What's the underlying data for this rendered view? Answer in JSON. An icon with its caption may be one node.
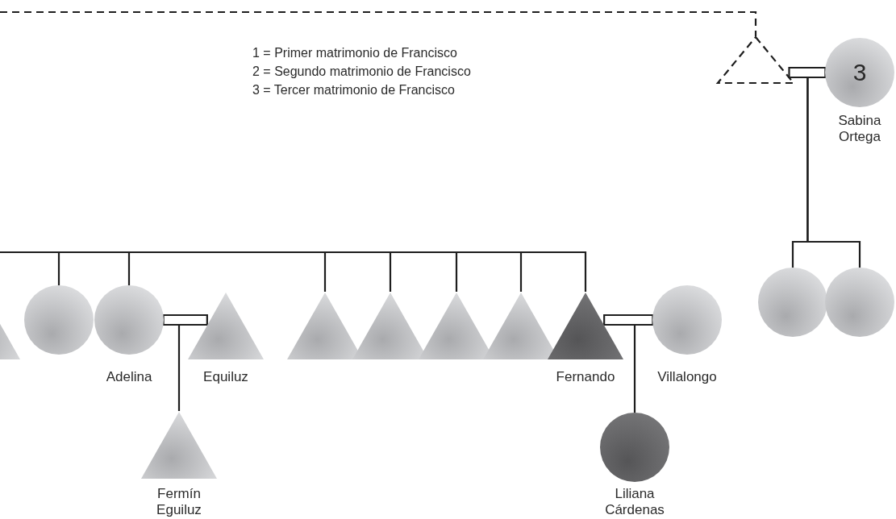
{
  "diagram": {
    "nodes": [
      {
        "text": [],
        "shape": "triangle"
      },
      {
        "text": [
          "3"
        ],
        "beside": [
          "Sabina Ortega"
        ]
      },
      {
        "text": [],
        "shape": "triangle"
      },
      {
        "text": [],
        "shape": "circle"
      },
      {
        "text": [],
        "shape": "circle",
        "beside": [
          "Adelina"
        ]
      },
      {
        "text": [],
        "shape": "triangle",
        "beside": [
          "Equiluz"
        ]
      },
      {
        "text": [],
        "shape": "triangle",
        "beside": [
          "Fermín Eguiluz"
        ]
      },
      {
        "text": [],
        "shape": "triangle"
      },
      {
        "text": [],
        "shape": "triangle"
      },
      {
        "text": [],
        "shape": "triangle"
      },
      {
        "text": [],
        "shape": "triangle"
      },
      {
        "text": [],
        "shape": "triangle",
        "beside": [
          "Fernando"
        ]
      },
      {
        "text": [],
        "shape": "circle",
        "beside": [
          "Villalongo"
        ]
      },
      {
        "text": [],
        "shape": "circle",
        "beside": [
          "Liliana Cárdenas"
        ]
      },
      {
        "text": [],
        "shape": "circle"
      },
      {
        "text": [],
        "shape": "circle"
      }
    ],
    "edges": [
      {
        "from": null,
        "to": 0,
        "arrow": "none",
        "style": "dashed"
      },
      {
        "from": 0,
        "to": 1,
        "arrow": "none"
      },
      {
        "from": 1,
        "to": 14,
        "arrow": "none"
      },
      {
        "from": 1,
        "to": 15,
        "arrow": "none"
      },
      {
        "from": null,
        "to": 3,
        "arrow": "none"
      },
      {
        "from": null,
        "to": 4,
        "arrow": "none"
      },
      {
        "from": null,
        "to": 7,
        "arrow": "none"
      },
      {
        "from": null,
        "to": 8,
        "arrow": "none"
      },
      {
        "from": null,
        "to": 9,
        "arrow": "none"
      },
      {
        "from": null,
        "to": 10,
        "arrow": "none"
      },
      {
        "from": null,
        "to": 11,
        "arrow": "none"
      },
      {
        "from": 4,
        "to": 5,
        "arrow": "none"
      },
      {
        "from": 4,
        "to": 6,
        "arrow": "none"
      },
      {
        "from": 11,
        "to": 12,
        "arrow": "none"
      },
      {
        "from": 11,
        "to": 13,
        "arrow": "none"
      }
    ],
    "labels": [
      "1 = Primer matrimonio de Francisco",
      "2 = Segundo matrimonio de Francisco",
      "3 = Tercer matrimonio de Francisco"
    ]
  }
}
